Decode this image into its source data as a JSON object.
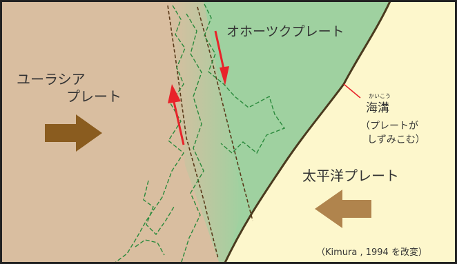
{
  "labels": {
    "okhotsk_plate": "オホーツクプレート",
    "eurasian_line1": "ユーラシア",
    "eurasian_line2": "プレート",
    "trench_ruby": "かいこう",
    "trench": "海溝",
    "trench_note_line1": "（プレートが",
    "trench_note_line2": "しずみこむ）",
    "pacific_plate": "太平洋プレート",
    "source": "（Kimura , 1994 を改変）"
  },
  "colors": {
    "eurasian_plate": "#d9bea0",
    "okhotsk_plate": "#9fd1a0",
    "pacific_plate": "#fdf7cc",
    "frame": "#222222",
    "coast_dashed": "#2a8a3c",
    "fault_dashed": "#5a3a1a",
    "slip_arrow": "#e8232a",
    "motion_arrow": "#8a5c1f",
    "pacific_arrow": "#b0844d",
    "trench_line": "#4a3a1e"
  }
}
